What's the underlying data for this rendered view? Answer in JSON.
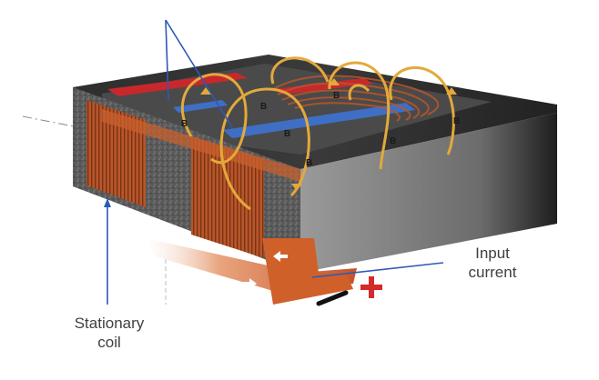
{
  "labels": {
    "input_current": [
      "Input",
      "current"
    ],
    "stationary_coil": [
      "Stationary",
      "coil"
    ]
  },
  "field_markers": [
    "B",
    "B",
    "B",
    "B",
    "B",
    "B",
    "B"
  ],
  "symbols": {
    "positive": "+"
  },
  "colors": {
    "field_lines": "#e3a93b",
    "coil_copper": "#b8562a",
    "magnet_red": "#c8282c",
    "magnet_blue": "#3f6fc4",
    "pointer_lines": "#2f58b8",
    "core_dark": "#3a3a3a",
    "core_gray": "#8a8a8a",
    "plus_sign": "#d42a2a"
  },
  "icons": [
    "field-arrow-icon",
    "current-arrow-icon",
    "plus-sign-icon"
  ]
}
